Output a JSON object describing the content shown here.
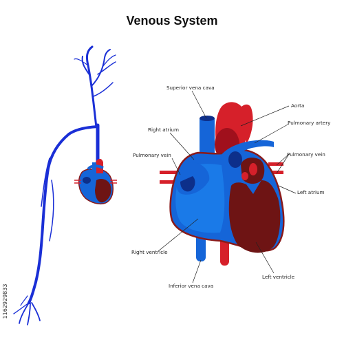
{
  "title": "Venous System",
  "labels": {
    "superior_vena_cava": "Superior vena cava",
    "aorta": "Aorta",
    "right_atrium": "Right atrium",
    "pulmonary_artery": "Pulmonary artery",
    "pulmonary_vein_left": "Pulmonary vein",
    "pulmonary_vein_right": "Pulmonary vein",
    "left_atrium": "Left atrium",
    "right_ventricle": "Right ventricle",
    "inferior_vena_cava": "Inferior vena cava",
    "left_ventricle": "Left ventricle"
  },
  "image_id": "1162929833",
  "colors": {
    "vein_blue": "#1a2fd6",
    "heart_blue": "#1565d8",
    "artery_red": "#d6202a",
    "ventricle_maroon": "#6e1414",
    "outline": "#8a1a1a",
    "label_text": "#222222"
  }
}
